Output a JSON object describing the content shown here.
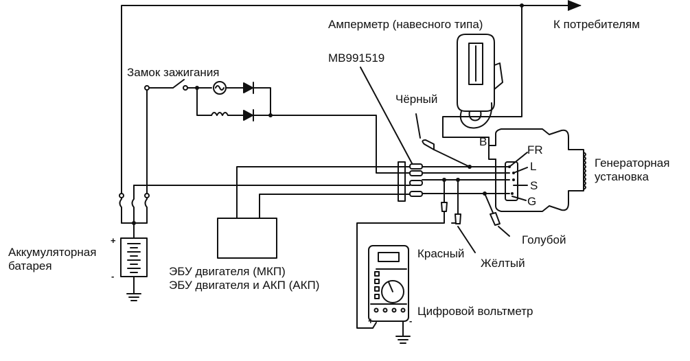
{
  "labels": {
    "ammeter": "Амперметр (навесного типа)",
    "to_consumers": "К потребителям",
    "ignition_lock": "Замок зажигания",
    "tool_code": "MB991519",
    "black": "Чёрный",
    "generator_line1": "Генераторная",
    "generator_line2": "установка",
    "battery_line1": "Аккумуляторная",
    "battery_line2": "батарея",
    "ecu_mkp": "ЭБУ двигателя (МКП)",
    "ecu_akp": "ЭБУ двигателя и АКП (АКП)",
    "red": "Красный",
    "yellow": "Жёлтый",
    "blue": "Голубой",
    "voltmeter": "Цифровой вольтметр",
    "terminal_b": "B",
    "terminal_fr": "FR",
    "terminal_l": "L",
    "terminal_s": "S",
    "terminal_g": "G",
    "battery_plus": "+",
    "battery_minus": "-",
    "probe_plus": "+",
    "probe_minus": "-"
  }
}
